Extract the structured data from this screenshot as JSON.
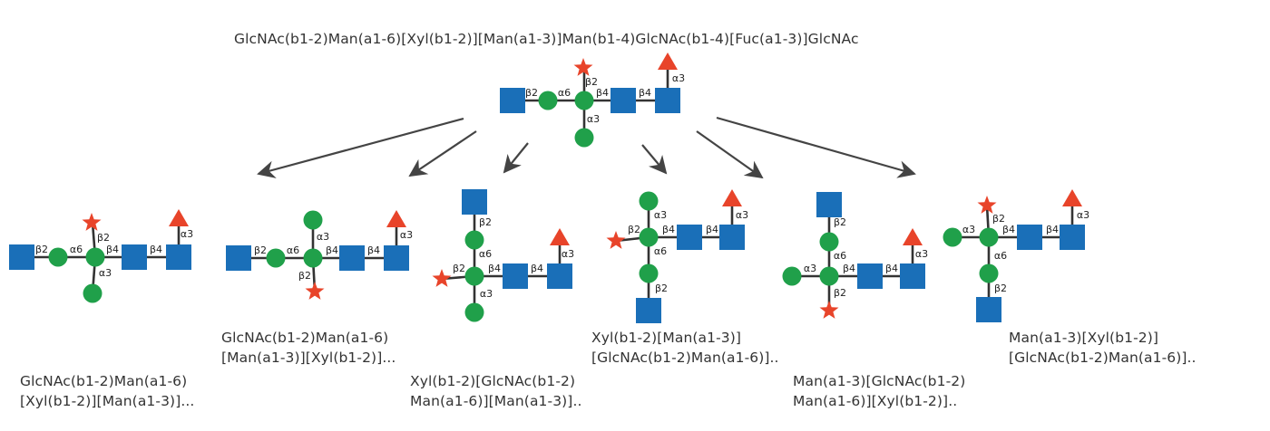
{
  "title": "GlcNAc(b1-2)Man(a1-6)[Xyl(b1-2)][Man(a1-3)]Man(b1-4)GlcNAc(b1-4)[Fuc(a1-3)]GlcNAc",
  "colors": {
    "glcnac": "#1a6fb8",
    "man": "#20a04a",
    "fuc": "#e8442a",
    "xyl": "#e8442a",
    "line": "#333333",
    "arrow": "#444444",
    "text": "#333333"
  },
  "legend_symbols": {
    "GlcNAc": "blue-square",
    "Man": "green-circle",
    "Fuc": "red-triangle",
    "Xyl": "red-star"
  },
  "fragments": [
    {
      "caption_lines": [
        "GlcNAc(b1-2)Man(a1-6)",
        "[Xyl(b1-2)][Man(a1-3)]..."
      ]
    },
    {
      "caption_lines": [
        "GlcNAc(b1-2)Man(a1-6)",
        "[Man(a1-3)][Xyl(b1-2)]..."
      ]
    },
    {
      "caption_lines": [
        "Xyl(b1-2)[GlcNAc(b1-2)",
        "Man(a1-6)][Man(a1-3)].."
      ]
    },
    {
      "caption_lines": [
        "Xyl(b1-2)[Man(a1-3)]",
        "[GlcNAc(b1-2)Man(a1-6)].."
      ]
    },
    {
      "caption_lines": [
        "Man(a1-3)[GlcNAc(b1-2)",
        "Man(a1-6)][Xyl(b1-2)].."
      ]
    },
    {
      "caption_lines": [
        "Man(a1-3)[Xyl(b1-2)]",
        "[GlcNAc(b1-2)Man(a1-6)].."
      ]
    }
  ]
}
